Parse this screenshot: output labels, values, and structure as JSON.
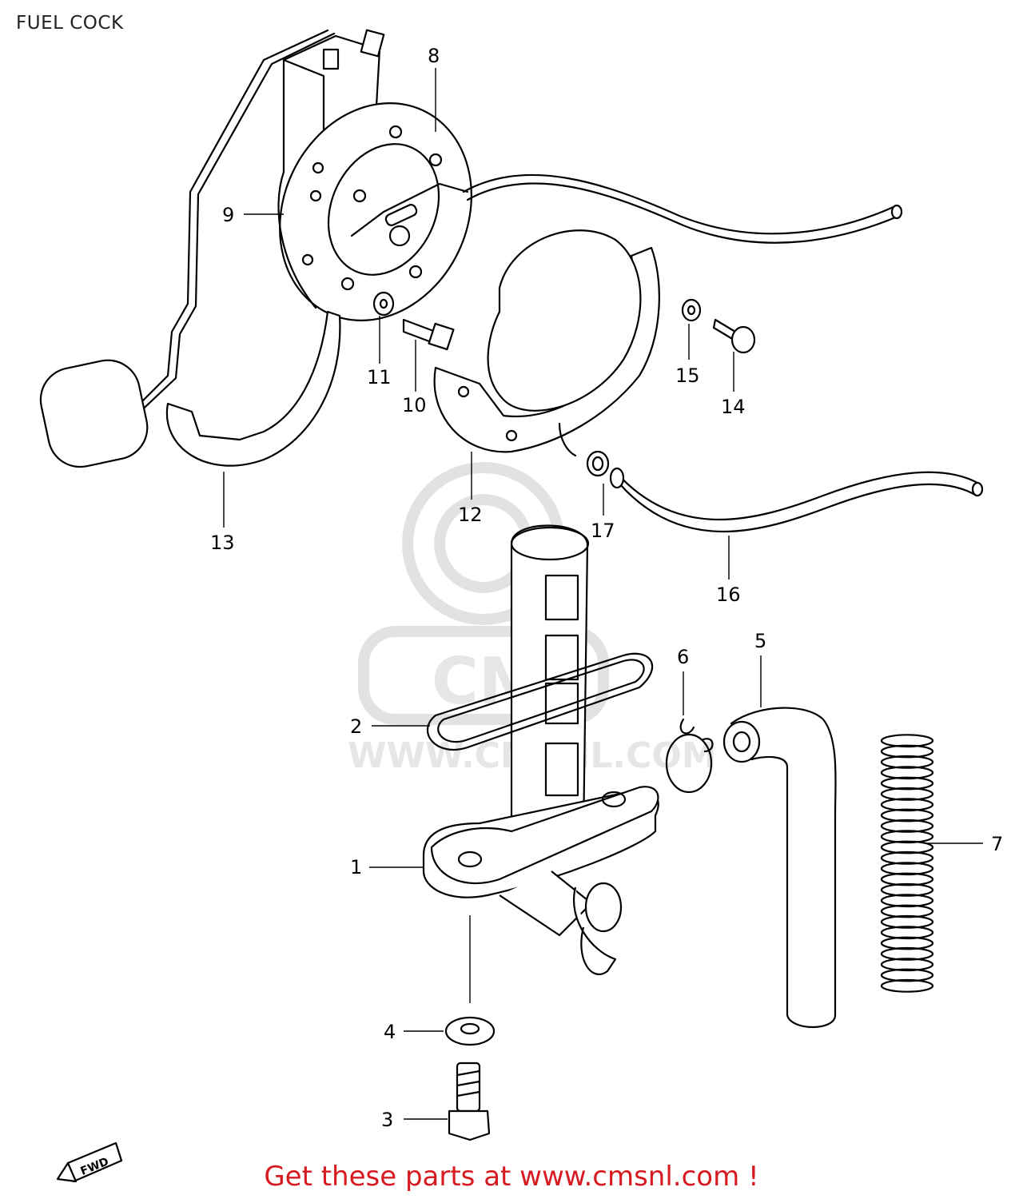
{
  "title": "FUEL COCK",
  "footer": "Get these parts at www.cmsnl.com !",
  "watermark": {
    "logo_text": "CMS",
    "url_text": "WWW.CMSNL.COM"
  },
  "fwd_label": "FWD",
  "callouts": {
    "c1": "1",
    "c2": "2",
    "c3": "3",
    "c4": "4",
    "c5": "5",
    "c6": "6",
    "c7": "7",
    "c8": "8",
    "c9": "9",
    "c10": "10",
    "c11": "11",
    "c12": "12",
    "c13": "13",
    "c14": "14",
    "c15": "15",
    "c16": "16",
    "c17": "17"
  },
  "colors": {
    "footer": "#d71920",
    "line": "#000000",
    "watermark": "#e2e2e2"
  }
}
